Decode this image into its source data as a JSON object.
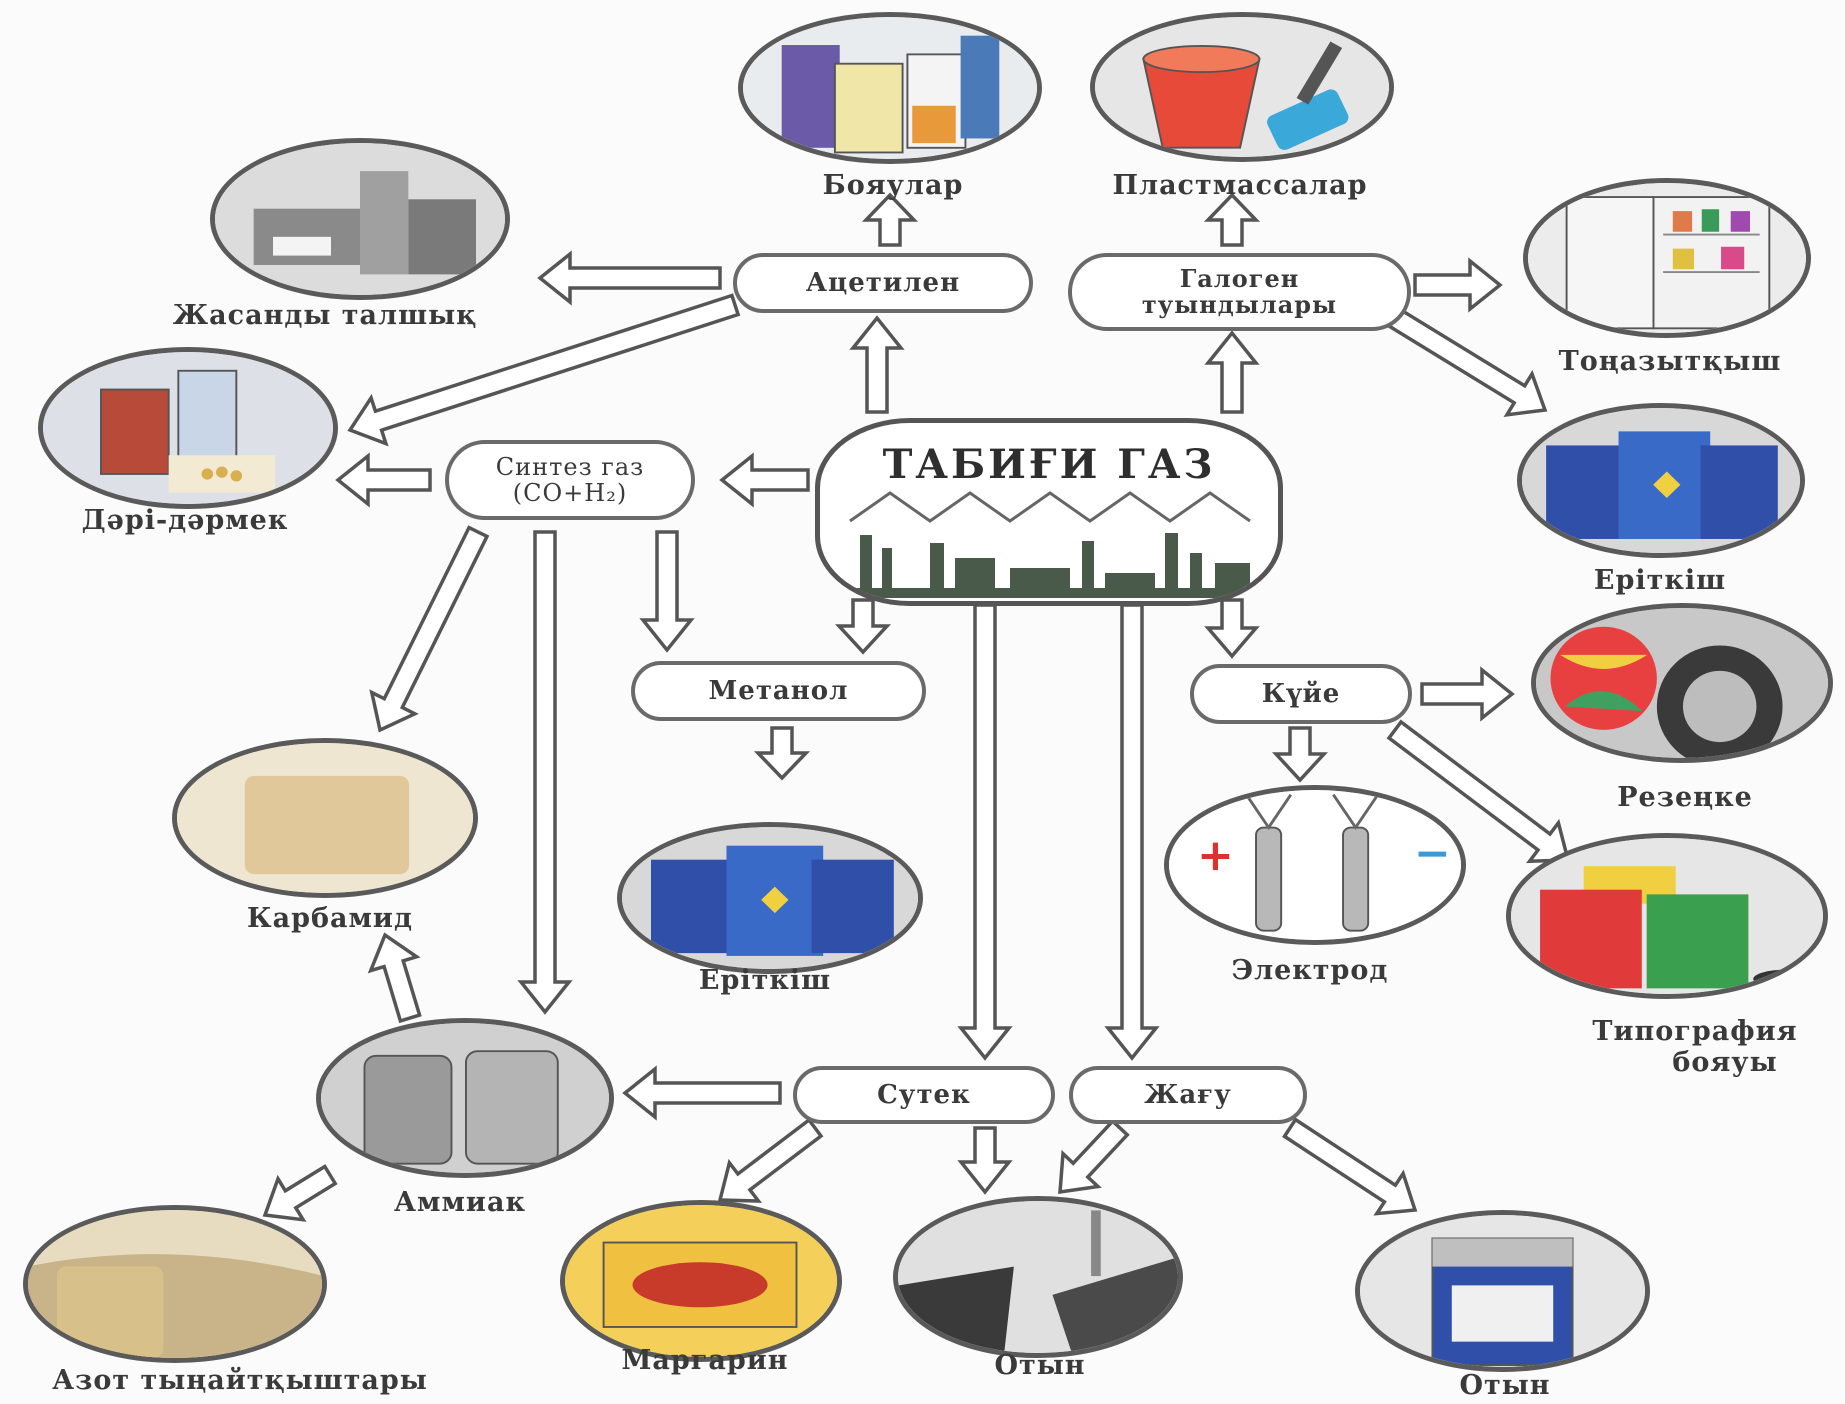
{
  "hub": {
    "title": "ТАБИҒИ ГАЗ"
  },
  "nodes": {
    "acetylene": "Ацетилен",
    "halogen_line1": "Галоген",
    "halogen_line2": "туындылары",
    "syngas_line1": "Синтез газ",
    "syngas_line2": "(CO+H₂)",
    "methanol": "Метанол",
    "soot": "Күйе",
    "hydrogen": "Сутек",
    "combustion": "Жағу"
  },
  "products": {
    "paints": "Бояулар",
    "plastics": "Пластмассалар",
    "artificial_fiber": "Жасанды талшық",
    "refrigerator": "Тоңазытқыш",
    "medicine": "Дәрі-дәрмек",
    "solvent_right": "Еріткіш",
    "rubber": "Резеңке",
    "carbamide": "Карбамид",
    "solvent_center": "Еріткіш",
    "electrode": "Электрод",
    "print_paint_line1": "Типография",
    "print_paint_line2": "бояуы",
    "ammonia": "Аммиак",
    "nitrogen_fertilizers": "Азот тыңайтқыштары",
    "margarine": "Маргарин",
    "fuel_1": "Отын",
    "fuel_2": "Отын"
  },
  "icons": {
    "electrode_plus": "+",
    "electrode_minus": "−"
  },
  "colors": {
    "outline": "#555555",
    "barrel_blue": "#2f4fa8",
    "plus_red": "#e0302a",
    "minus_blue": "#3a9ad8"
  }
}
